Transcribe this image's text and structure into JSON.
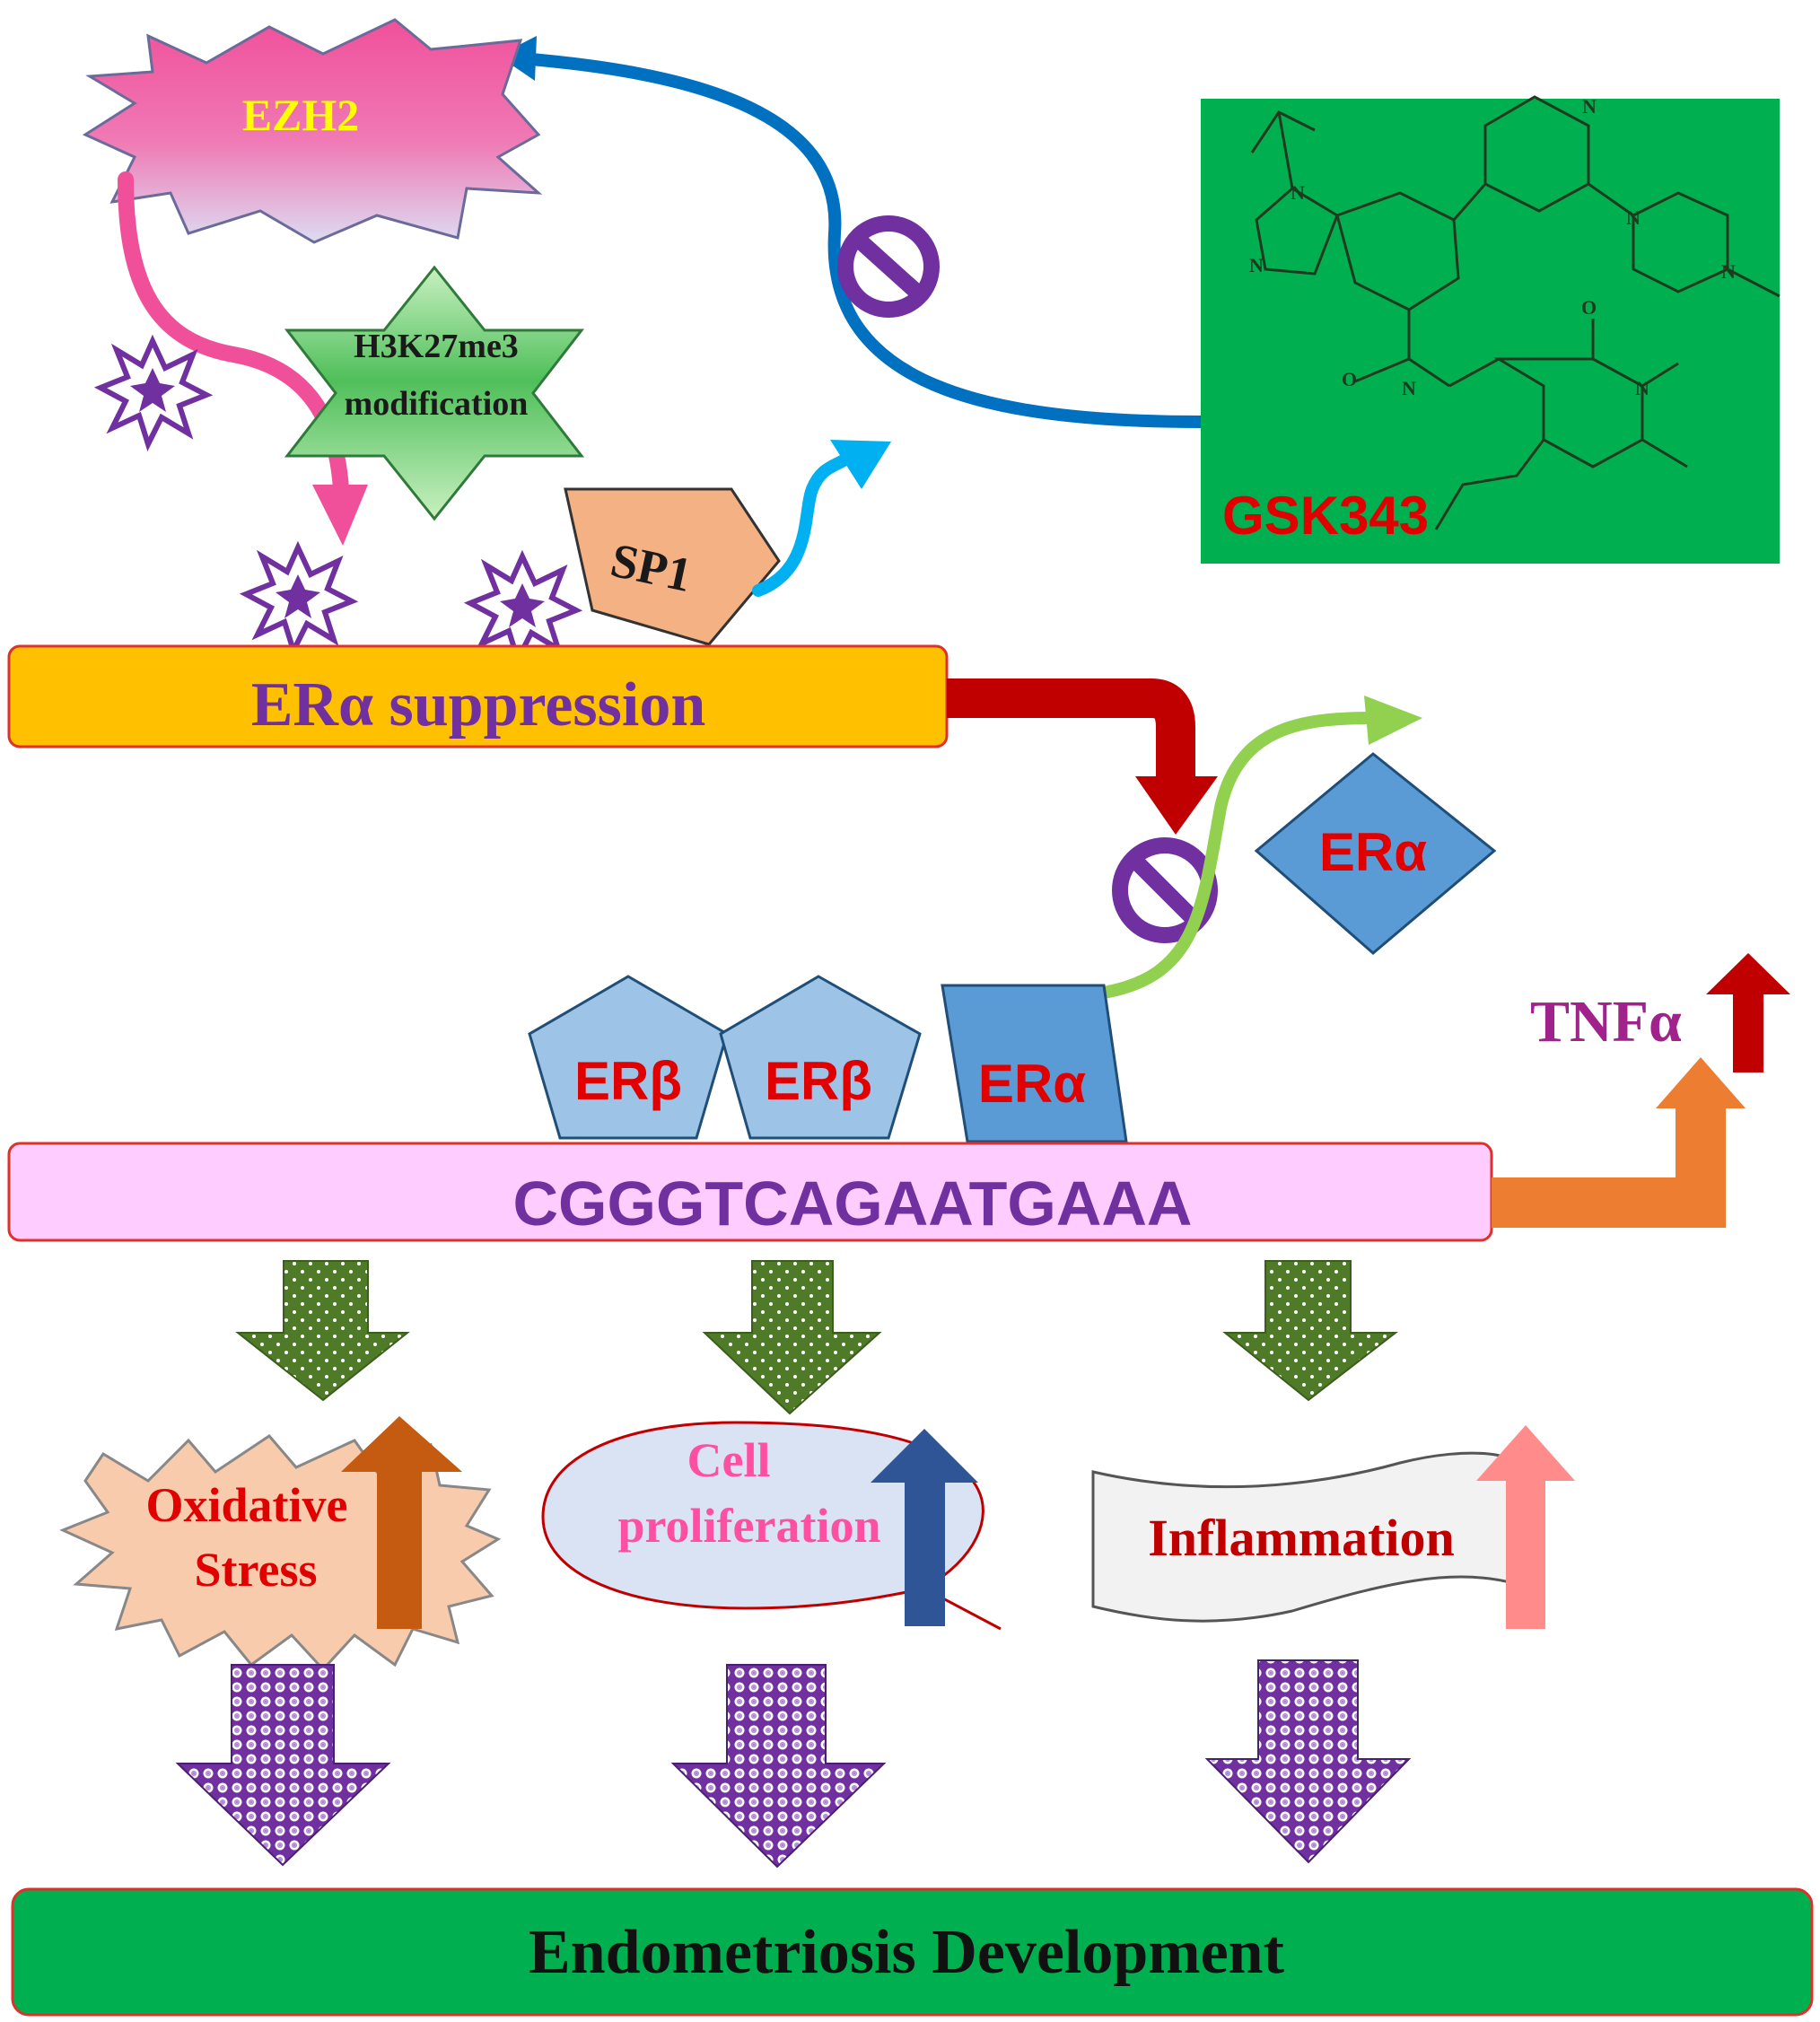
{
  "labels": {
    "ezh2": "EZH2",
    "h3k27me3_line1": "H3K27me3",
    "h3k27me3_line2": "modification",
    "sp1": "SP1",
    "gsk343": "GSK343",
    "era_suppression": "ERα suppression",
    "era_diamond": "ERα",
    "era_bound": "ERα",
    "erb_1": "ERβ",
    "erb_2": "ERβ",
    "dna_sequence": "CGGGTCAGAATGAAA",
    "tnfa": "TNFα",
    "oxidative_line1": "Oxidative",
    "oxidative_line2": "Stress",
    "cell_line1": "Cell",
    "cell_line2": "proliferation",
    "inflammation": "Inflammation",
    "endometriosis": "Endometriosis Development"
  },
  "colors": {
    "gsk343_box": "#00b050",
    "era_bar": "#ffc000",
    "dna_bar": "#ffccff",
    "endometriosis_bar": "#00b050",
    "ezh2_pink": "#f0509a",
    "sp1_box": "#f4b183",
    "era_blue": "#5b9bd5",
    "erb_blue": "#9dc3e6",
    "inhibit_purple": "#7030a0",
    "green_arrow": "#4f7a28",
    "purple_arrow": "#7030a0",
    "dark_red": "#c00000",
    "orange_arrow": "#ed7d31"
  }
}
